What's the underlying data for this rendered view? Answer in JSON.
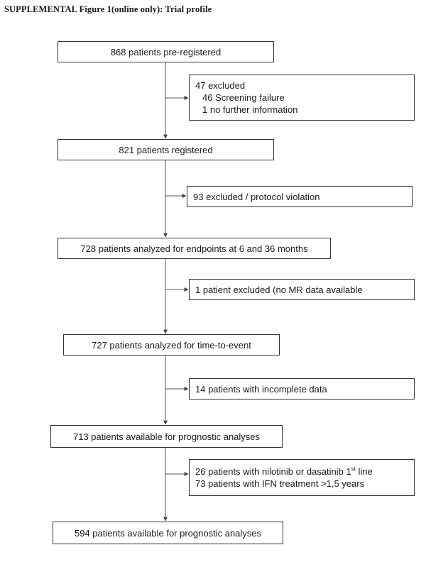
{
  "title": "SUPPLEMENTAL Figure 1(online only): Trial profile",
  "flow": {
    "n1": "868 patients pre-registered",
    "x1": {
      "head": "47 excluded",
      "lines": [
        "46 Screening failure",
        "1 no further information"
      ]
    },
    "n2": "821 patients registered",
    "x2": "93 excluded / protocol violation",
    "n3": "728 patients analyzed for endpoints at 6 and 36 months",
    "x3": "1 patient excluded (no MR data available",
    "n4": "727 patients analyzed for time-to-event",
    "x4": "14 patients with incomplete data",
    "n5": "713 patients available for prognostic analyses",
    "x5": {
      "line1_pre": "26 patients with nilotinib or dasatinib 1",
      "line1_sup": "st",
      "line1_post": " line",
      "line2": "73 patients with IFN treatment >1,5 years"
    },
    "n6": "594 patients available for prognostic analyses"
  }
}
